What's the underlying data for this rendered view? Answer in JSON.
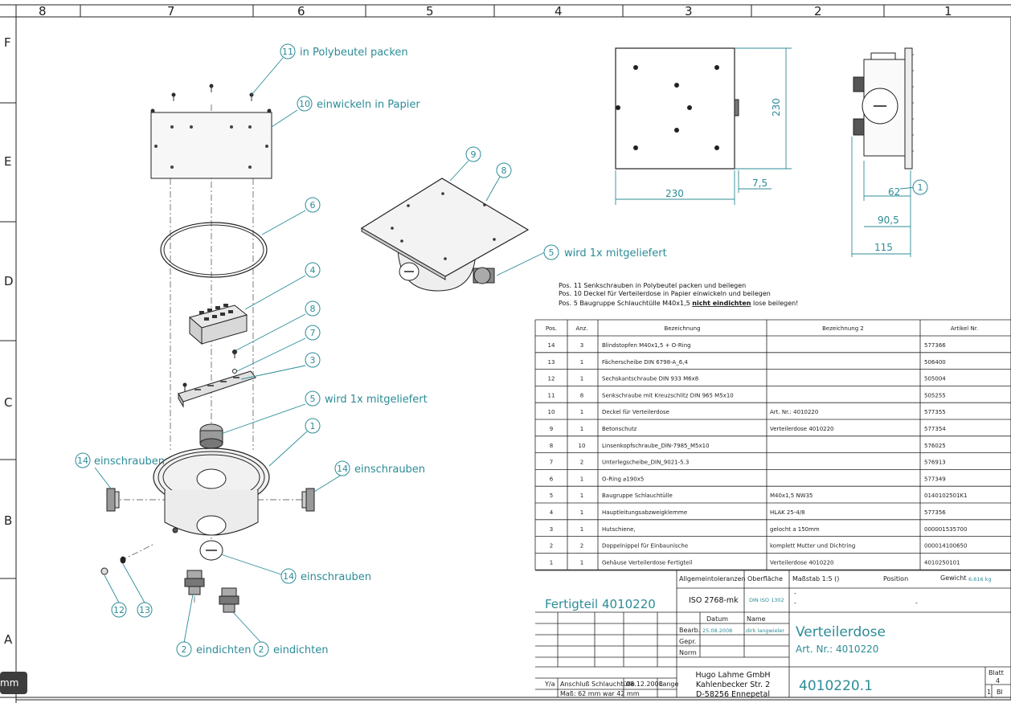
{
  "frame": {
    "columns": [
      "8",
      "7",
      "6",
      "5",
      "4",
      "3",
      "2",
      "1"
    ],
    "rows": [
      "F",
      "E",
      "D",
      "C",
      "B",
      "A"
    ]
  },
  "callouts": {
    "c11": {
      "num": "11",
      "text": "in Polybeutel packen"
    },
    "c10": {
      "num": "10",
      "text": "einwickeln in Papier"
    },
    "c6": {
      "num": "6"
    },
    "c4": {
      "num": "4"
    },
    "c8a": {
      "num": "8"
    },
    "c7": {
      "num": "7"
    },
    "c3": {
      "num": "3"
    },
    "c5a": {
      "num": "5",
      "text": "wird 1x mitgeliefert"
    },
    "c1a": {
      "num": "1"
    },
    "c14a": {
      "num": "14",
      "text": "einschrauben"
    },
    "c14b": {
      "num": "14",
      "text": "einschrauben"
    },
    "c14c": {
      "num": "14",
      "text": "einschrauben"
    },
    "c12": {
      "num": "12"
    },
    "c13": {
      "num": "13"
    },
    "c2a": {
      "num": "2",
      "text": "eindichten"
    },
    "c2b": {
      "num": "2",
      "text": "eindichten"
    },
    "c9": {
      "num": "9"
    },
    "c8b": {
      "num": "8"
    },
    "c5b": {
      "num": "5",
      "text": "wird 1x mitgeliefert"
    },
    "c1b": {
      "num": "1"
    }
  },
  "dimensions": {
    "front_height": "230",
    "front_width": "230",
    "side_offset": "7,5",
    "side_62": "62",
    "side_90": "90,5",
    "side_115": "115"
  },
  "notes": [
    "Pos. 11 Senkschrauben in Polybeutel packen und beilegen",
    "Pos. 10 Deckel für Verteilerdose in Papier einwickeln und beilegen",
    "Pos.  5 Baugruppe Schlauchtülle M40x1,5 "
  ],
  "note_bold": "nicht eindichten",
  "note_tail": " lose beilegen!",
  "bom": {
    "headers": [
      "Pos.",
      "Anz.",
      "Bezeichnung",
      "Bezeichnung 2",
      "Artikel Nr."
    ],
    "rows": [
      [
        "14",
        "3",
        "Blindstopfen M40x1,5 + O-Ring",
        "",
        "577366"
      ],
      [
        "13",
        "1",
        "Fächerscheibe DIN 6798-A_6,4",
        "",
        "506400"
      ],
      [
        "12",
        "1",
        "Sechskantschraube DIN 933 M6x8",
        "",
        "505004"
      ],
      [
        "11",
        "8",
        "Senkschraube mit Kreuzschlitz DIN 965 M5x10",
        "",
        "505255"
      ],
      [
        "10",
        "1",
        "Deckel für Verteilerdose",
        "Art. Nr.: 4010220",
        "577355"
      ],
      [
        "9",
        "1",
        "Betonschutz",
        "Verteilerdose 4010220",
        "577354"
      ],
      [
        "8",
        "10",
        "Linsenkopfschraube_DIN-7985_M5x10",
        "",
        "576025"
      ],
      [
        "7",
        "2",
        "Unterlegscheibe_DIN_9021-5.3",
        "",
        "576913"
      ],
      [
        "6",
        "1",
        "O-Ring ⌀190x5",
        "",
        "577349"
      ],
      [
        "5",
        "1",
        "Baugruppe Schlauchtülle",
        "M40x1,5 NW35",
        "0140102501K1"
      ],
      [
        "4",
        "1",
        "Hauptleitungsabzweigklemme",
        "HLAK 25-4/8",
        "577356"
      ],
      [
        "3",
        "1",
        "Hutschiene,",
        "gelocht a 150mm",
        "000001535700"
      ],
      [
        "2",
        "2",
        "Doppelnippel für Einbaunische",
        "komplett Mutter und Dichtring",
        "000014100650"
      ],
      [
        "1",
        "1",
        "Gehäuse Verteilerdose Fertigteil",
        "Verteilerdose 4010220",
        "4010250101"
      ]
    ]
  },
  "title_block": {
    "allgemein_label": "Allgemeintoleranzen",
    "allgemein_value": "ISO 2768-mk",
    "oberflaeche_label": "Oberfläche",
    "oberflaeche_value": "DIN ISO 1302",
    "massstab": "Maßstab  1:5 ()",
    "position_label": "Position",
    "gewicht_label": "Gewicht",
    "gewicht_value": "6,616 kg",
    "dash1": "-",
    "dash2": "-",
    "dash3": "-",
    "fertigteil": "Fertigteil    4010220",
    "datum_label": "Datum",
    "name_label": "Name",
    "bearb_label": "Bearb.",
    "bearb_date": "25.08.2008",
    "bearb_name": "dirk langwieler",
    "gepr_label": "Gepr.",
    "norm_label": "Norm",
    "title": "Verteilerdose",
    "art_nr": "Art. Nr.: 4010220",
    "company": "Hugo Lahme GmbH",
    "street": "Kahlenbecker Str. 2",
    "city": "D-58256 Ennepetal",
    "drawing_no": "4010220.1",
    "blatt_label": "Blatt",
    "blatt_value": "4",
    "bl_value": "1",
    "bl_label": "Bl",
    "rev_index": "Y/a",
    "rev_text1": "Anschluß Schlauchtülle",
    "rev_text2": "Maß: 62 mm war 42 mm",
    "rev_date": "08.12.2008",
    "rev_name": "Lange"
  },
  "unit_label": "mm",
  "colors": {
    "annotation": "#2c8c97",
    "line": "#222222",
    "background": "#ffffff"
  }
}
